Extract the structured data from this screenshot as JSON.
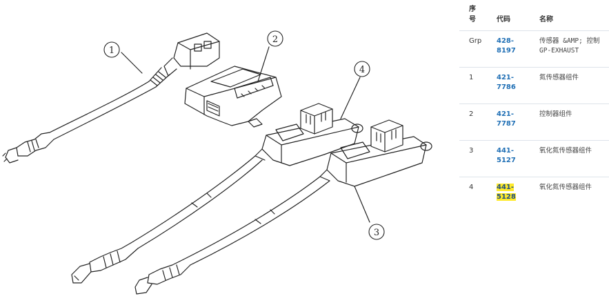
{
  "table": {
    "headers": {
      "seq": "序\n号",
      "code": "代码",
      "name": "名称"
    },
    "rows": [
      {
        "seq": "Grp",
        "code": "428-\n8197",
        "name": "传感器 &AMP; 控制\nGP-EXHAUST",
        "highlight": false
      },
      {
        "seq": "1",
        "code": "421-\n7786",
        "name": "氮传感器组件",
        "highlight": false
      },
      {
        "seq": "2",
        "code": "421-\n7787",
        "name": "控制器组件",
        "highlight": false
      },
      {
        "seq": "3",
        "code": "441-\n5127",
        "name": "氧化氮传感器组件",
        "highlight": false
      },
      {
        "seq": "4",
        "code": "441-\n5128",
        "name": "氧化氮传感器组件",
        "highlight": true
      }
    ]
  },
  "diagram": {
    "callouts": [
      "1",
      "2",
      "3",
      "4"
    ],
    "highlight_color": "#ffea2a",
    "link_color": "#1f6fb5"
  }
}
